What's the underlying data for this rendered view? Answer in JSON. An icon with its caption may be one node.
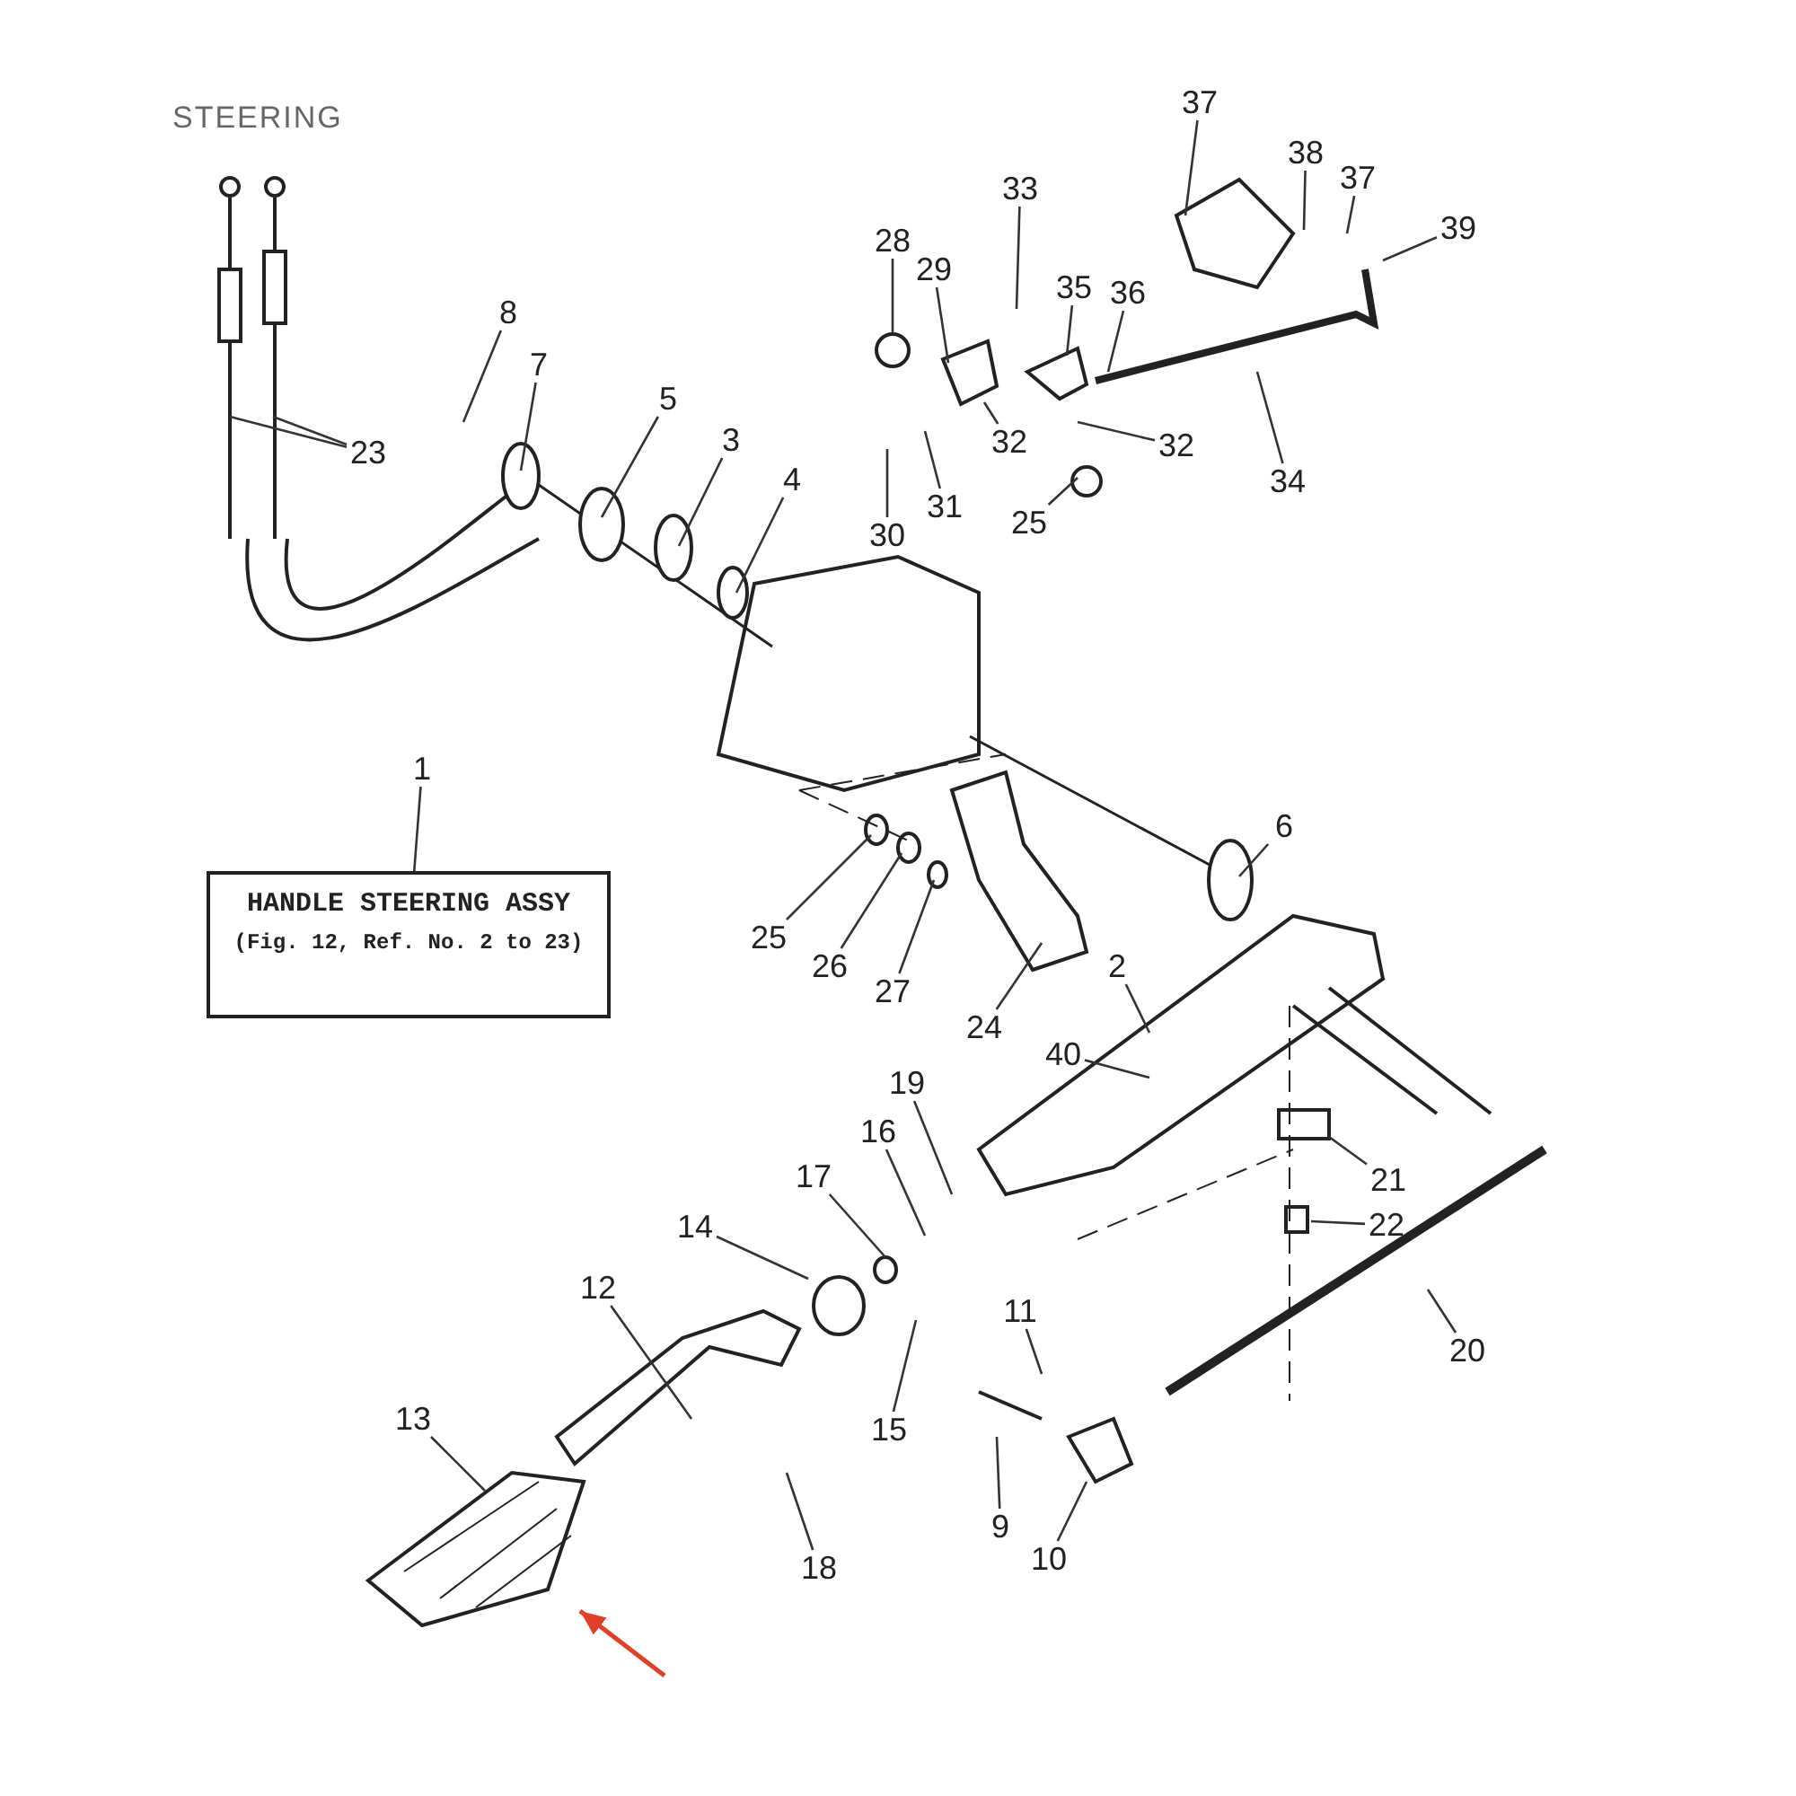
{
  "diagram": {
    "title": "STEERING",
    "nodes": [
      {
        "text": [
          "1"
        ]
      },
      {
        "text": [
          "HANDLE STEERING ASSY",
          "(Fig. 12, Ref. No. 2 to 23)"
        ]
      },
      {
        "text": [
          "23"
        ]
      },
      {
        "text": [
          "8"
        ]
      },
      {
        "text": [
          "7"
        ]
      },
      {
        "text": [
          "5"
        ]
      },
      {
        "text": [
          "3"
        ]
      },
      {
        "text": [
          "4"
        ]
      },
      {
        "text": [
          "28"
        ]
      },
      {
        "text": [
          "29"
        ]
      },
      {
        "text": [
          "33"
        ]
      },
      {
        "text": [
          "32"
        ]
      },
      {
        "text": [
          "35"
        ]
      },
      {
        "text": [
          "36"
        ]
      },
      {
        "text": [
          "37"
        ]
      },
      {
        "text": [
          "38"
        ]
      },
      {
        "text": [
          "37"
        ]
      },
      {
        "text": [
          "39"
        ]
      },
      {
        "text": [
          "34"
        ]
      },
      {
        "text": [
          "32"
        ]
      },
      {
        "text": [
          "30"
        ]
      },
      {
        "text": [
          "31"
        ]
      },
      {
        "text": [
          "25"
        ]
      },
      {
        "text": [
          "6"
        ]
      },
      {
        "text": [
          "25"
        ]
      },
      {
        "text": [
          "26"
        ]
      },
      {
        "text": [
          "27"
        ]
      },
      {
        "text": [
          "24"
        ]
      },
      {
        "text": [
          "2"
        ]
      },
      {
        "text": [
          "40"
        ]
      },
      {
        "text": [
          "19"
        ]
      },
      {
        "text": [
          "16"
        ]
      },
      {
        "text": [
          "17"
        ]
      },
      {
        "text": [
          "14"
        ]
      },
      {
        "text": [
          "12"
        ]
      },
      {
        "text": [
          "13"
        ]
      },
      {
        "text": [
          "15"
        ]
      },
      {
        "text": [
          "18"
        ]
      },
      {
        "text": [
          "11"
        ]
      },
      {
        "text": [
          "9"
        ]
      },
      {
        "text": [
          "10"
        ]
      },
      {
        "text": [
          "21"
        ]
      },
      {
        "text": [
          "22"
        ]
      },
      {
        "text": [
          "20"
        ]
      }
    ],
    "edges": [
      {
        "from": 0,
        "to": 1,
        "arrow": "none"
      },
      {
        "from": 2,
        "to": null,
        "arrow": "none"
      },
      {
        "from": 2,
        "to": null,
        "arrow": "none"
      },
      {
        "from": 3,
        "to": null,
        "arrow": "none"
      },
      {
        "from": 4,
        "to": null,
        "arrow": "none"
      },
      {
        "from": 5,
        "to": null,
        "arrow": "none"
      },
      {
        "from": 6,
        "to": null,
        "arrow": "none"
      },
      {
        "from": 7,
        "to": null,
        "arrow": "none"
      },
      {
        "from": 8,
        "to": null,
        "arrow": "none"
      },
      {
        "from": 9,
        "to": null,
        "arrow": "none"
      },
      {
        "from": 10,
        "to": null,
        "arrow": "none"
      },
      {
        "from": 11,
        "to": null,
        "arrow": "none"
      },
      {
        "from": 12,
        "to": null,
        "arrow": "none"
      },
      {
        "from": 13,
        "to": null,
        "arrow": "none"
      },
      {
        "from": 14,
        "to": null,
        "arrow": "none"
      },
      {
        "from": 15,
        "to": null,
        "arrow": "none"
      },
      {
        "from": 16,
        "to": null,
        "arrow": "none"
      },
      {
        "from": 17,
        "to": null,
        "arrow": "none"
      },
      {
        "from": 18,
        "to": null,
        "arrow": "none"
      },
      {
        "from": 19,
        "to": null,
        "arrow": "none"
      },
      {
        "from": 20,
        "to": null,
        "arrow": "none"
      },
      {
        "from": 21,
        "to": null,
        "arrow": "none"
      },
      {
        "from": 22,
        "to": null,
        "arrow": "none"
      },
      {
        "from": 23,
        "to": null,
        "arrow": "none"
      },
      {
        "from": 24,
        "to": null,
        "arrow": "none"
      },
      {
        "from": 25,
        "to": null,
        "arrow": "none"
      },
      {
        "from": 26,
        "to": null,
        "arrow": "none"
      },
      {
        "from": 27,
        "to": null,
        "arrow": "none"
      },
      {
        "from": 28,
        "to": null,
        "arrow": "none"
      },
      {
        "from": 29,
        "to": null,
        "arrow": "none"
      },
      {
        "from": 30,
        "to": null,
        "arrow": "none"
      },
      {
        "from": 31,
        "to": null,
        "arrow": "none"
      },
      {
        "from": 32,
        "to": null,
        "arrow": "none"
      },
      {
        "from": 33,
        "to": null,
        "arrow": "none"
      },
      {
        "from": 34,
        "to": null,
        "arrow": "none"
      },
      {
        "from": 35,
        "to": null,
        "arrow": "none"
      },
      {
        "from": 36,
        "to": null,
        "arrow": "none"
      },
      {
        "from": 37,
        "to": null,
        "arrow": "none"
      },
      {
        "from": 38,
        "to": null,
        "arrow": "none"
      },
      {
        "from": 39,
        "to": null,
        "arrow": "none"
      },
      {
        "from": 40,
        "to": null,
        "arrow": "none"
      },
      {
        "from": 41,
        "to": null,
        "arrow": "none"
      },
      {
        "from": 42,
        "to": null,
        "arrow": "none"
      },
      {
        "from": 43,
        "to": null,
        "arrow": "none"
      }
    ]
  }
}
